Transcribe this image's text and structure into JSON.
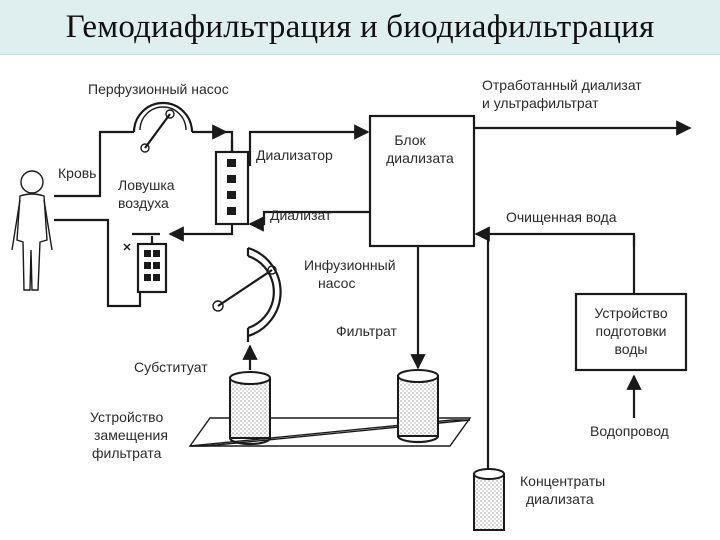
{
  "title": "Гемодиафильтрация и биодиафильтрация",
  "labels": {
    "perfusion_pump": "Перфузионный насос",
    "blood": "Кровь",
    "air_trap_1": "Ловушка",
    "air_trap_2": "воздуха",
    "dialyzer": "Диализатор",
    "dialysate": "Диализат",
    "dialysate_unit_1": "Блок",
    "dialysate_unit_2": "диализата",
    "spent_1": "Отработанный диализат",
    "spent_2": "и ультрафильтрат",
    "purified_water": "Очищенная вода",
    "infusion_1": "Инфузионный",
    "infusion_2": "насос",
    "filtrate": "Фильтрат",
    "substituate": "Субституат",
    "replacement_1": "Устройство",
    "replacement_2": "замещения",
    "replacement_3": "фильтрата",
    "water_prep_1": "Устройство",
    "water_prep_2": "подготовки",
    "water_prep_3": "воды",
    "water_supply": "Водопровод",
    "concentrates_1": "Концентраты",
    "concentrates_2": "диализата"
  },
  "colors": {
    "title_bg": "#dfeeee",
    "line": "#1a1a1a"
  }
}
